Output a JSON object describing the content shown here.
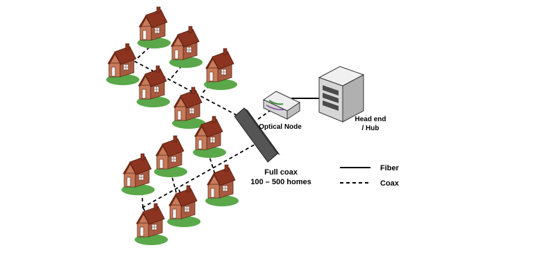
{
  "labels": {
    "optical_node": "Optical Node",
    "headend_line1": "Head end",
    "headend_line2": "/ Hub",
    "coverage_line1": "Full coax",
    "coverage_line2": "100 – 500 homes"
  },
  "legend": {
    "fiber": "Fiber",
    "coax": "Coax"
  },
  "colors": {
    "roof": "#8c3420",
    "wall": "#c87a5a",
    "grass": "#5aa84a",
    "server": "#d8d8d8"
  }
}
